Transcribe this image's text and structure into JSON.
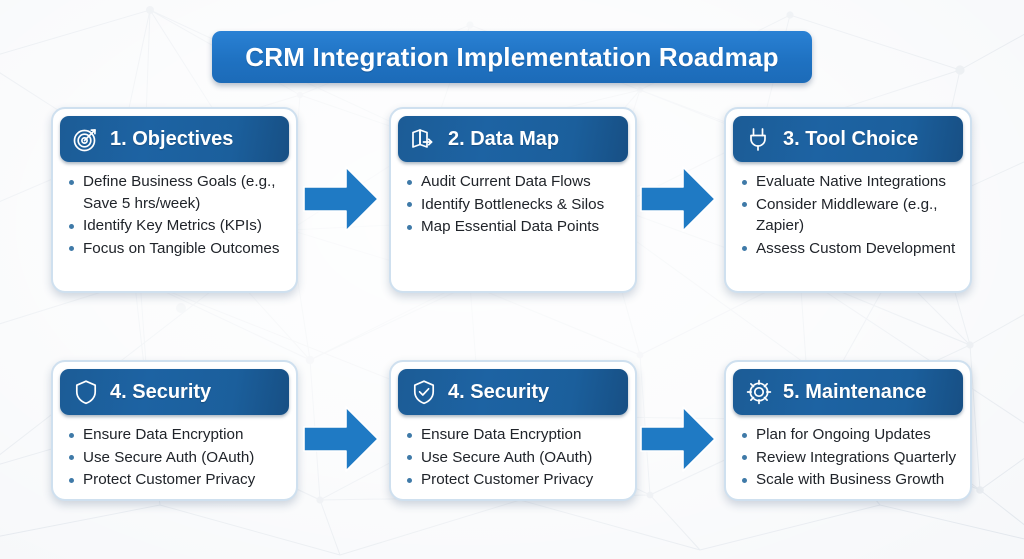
{
  "title": {
    "text": "CRM Integration Implementation Roadmap",
    "bg_color": "#1f72c2",
    "text_color": "#ffffff"
  },
  "theme": {
    "card_header_color": "#1c5c96",
    "card_bg_color": "#ffffff",
    "card_border_color": "#cfe0ef",
    "arrow_color": "#1f7ac4",
    "bullet_color": "#3f7aa8",
    "body_text_color": "#20242a",
    "page_bg_color": "#f4f6f8"
  },
  "cards": [
    {
      "id": "objectives",
      "icon": "target-icon",
      "title": "1. Objectives",
      "bullets": [
        "Define Business Goals (e.g., Save 5 hrs/week)",
        "Identify Key Metrics (KPIs)",
        "Focus on Tangible Outcomes"
      ]
    },
    {
      "id": "data-map",
      "icon": "map-icon",
      "title": "2. Data Map",
      "bullets": [
        "Audit Current Data Flows",
        "Identify Bottlenecks & Silos",
        "Map Essential Data Points"
      ]
    },
    {
      "id": "tool-choice",
      "icon": "plug-icon",
      "title": "3. Tool Choice",
      "bullets": [
        "Evaluate Native Integrations",
        "Consider Middleware (e.g., Zapier)",
        "Assess Custom Development"
      ]
    },
    {
      "id": "security-a",
      "icon": "shield-icon",
      "title": "4. Security",
      "bullets": [
        "Ensure Data Encryption",
        "Use Secure Auth (OAuth)",
        "Protect Customer Privacy"
      ]
    },
    {
      "id": "security-b",
      "icon": "shield-check-icon",
      "title": "4. Security",
      "bullets": [
        "Ensure Data Encryption",
        "Use Secure Auth (OAuth)",
        "Protect Customer Privacy"
      ]
    },
    {
      "id": "maintenance",
      "icon": "gear-icon",
      "title": "5. Maintenance",
      "bullets": [
        "Plan for Ongoing Updates",
        "Review Integrations Quarterly",
        "Scale with Business Growth"
      ]
    }
  ],
  "arrows": [
    {
      "id": "arrow-1-to-2",
      "label": "arrow-right"
    },
    {
      "id": "arrow-2-to-3",
      "label": "arrow-right"
    },
    {
      "id": "arrow-4-to-5",
      "label": "arrow-right"
    },
    {
      "id": "arrow-5-to-6",
      "label": "arrow-right"
    }
  ]
}
